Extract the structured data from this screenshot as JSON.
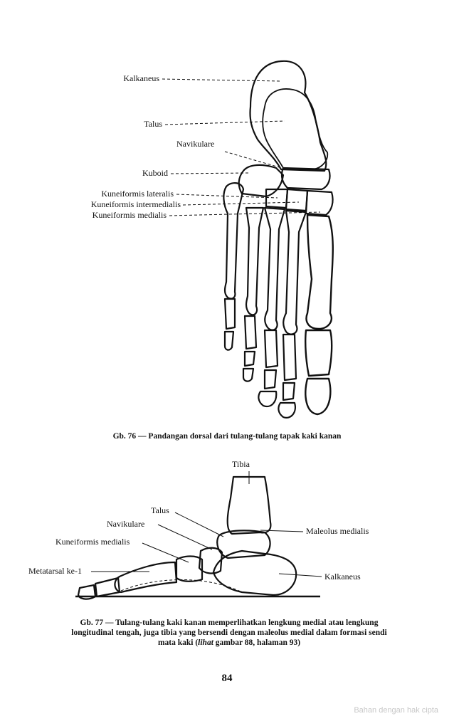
{
  "figure76": {
    "labels": {
      "kalkaneus": "Kalkaneus",
      "talus": "Talus",
      "navikulare": "Navikulare",
      "kuboid": "Kuboid",
      "kuneiformis_lateralis": "Kuneiformis lateralis",
      "kuneiformis_intermedialis": "Kuneiformis intermedialis",
      "kuneiformis_medialis": "Kuneiformis medialis"
    },
    "caption": "Gb. 76 — Pandangan dorsal dari tulang-tulang tapak kaki kanan"
  },
  "figure77": {
    "labels": {
      "tibia": "Tibia",
      "talus": "Talus",
      "navikulare": "Navikulare",
      "kuneiformis_medialis": "Kuneiformis medialis",
      "metatarsal": "Metatarsal ke-1",
      "maleolus_medialis": "Maleolus medialis",
      "kalkaneus": "Kalkaneus"
    },
    "caption": {
      "part1": "Gb. 77 — Tulang-tulang kaki kanan memperlihatkan lengkung medial atau lengkung longitudinal tengah, juga tibia yang bersendi dengan maleolus medial dalam formasi sendi mata kaki (",
      "italic": "lihat",
      "part2": " gambar 88, halaman 93)"
    }
  },
  "page_number": "84",
  "watermark": "Bahan dengan hak cipta"
}
